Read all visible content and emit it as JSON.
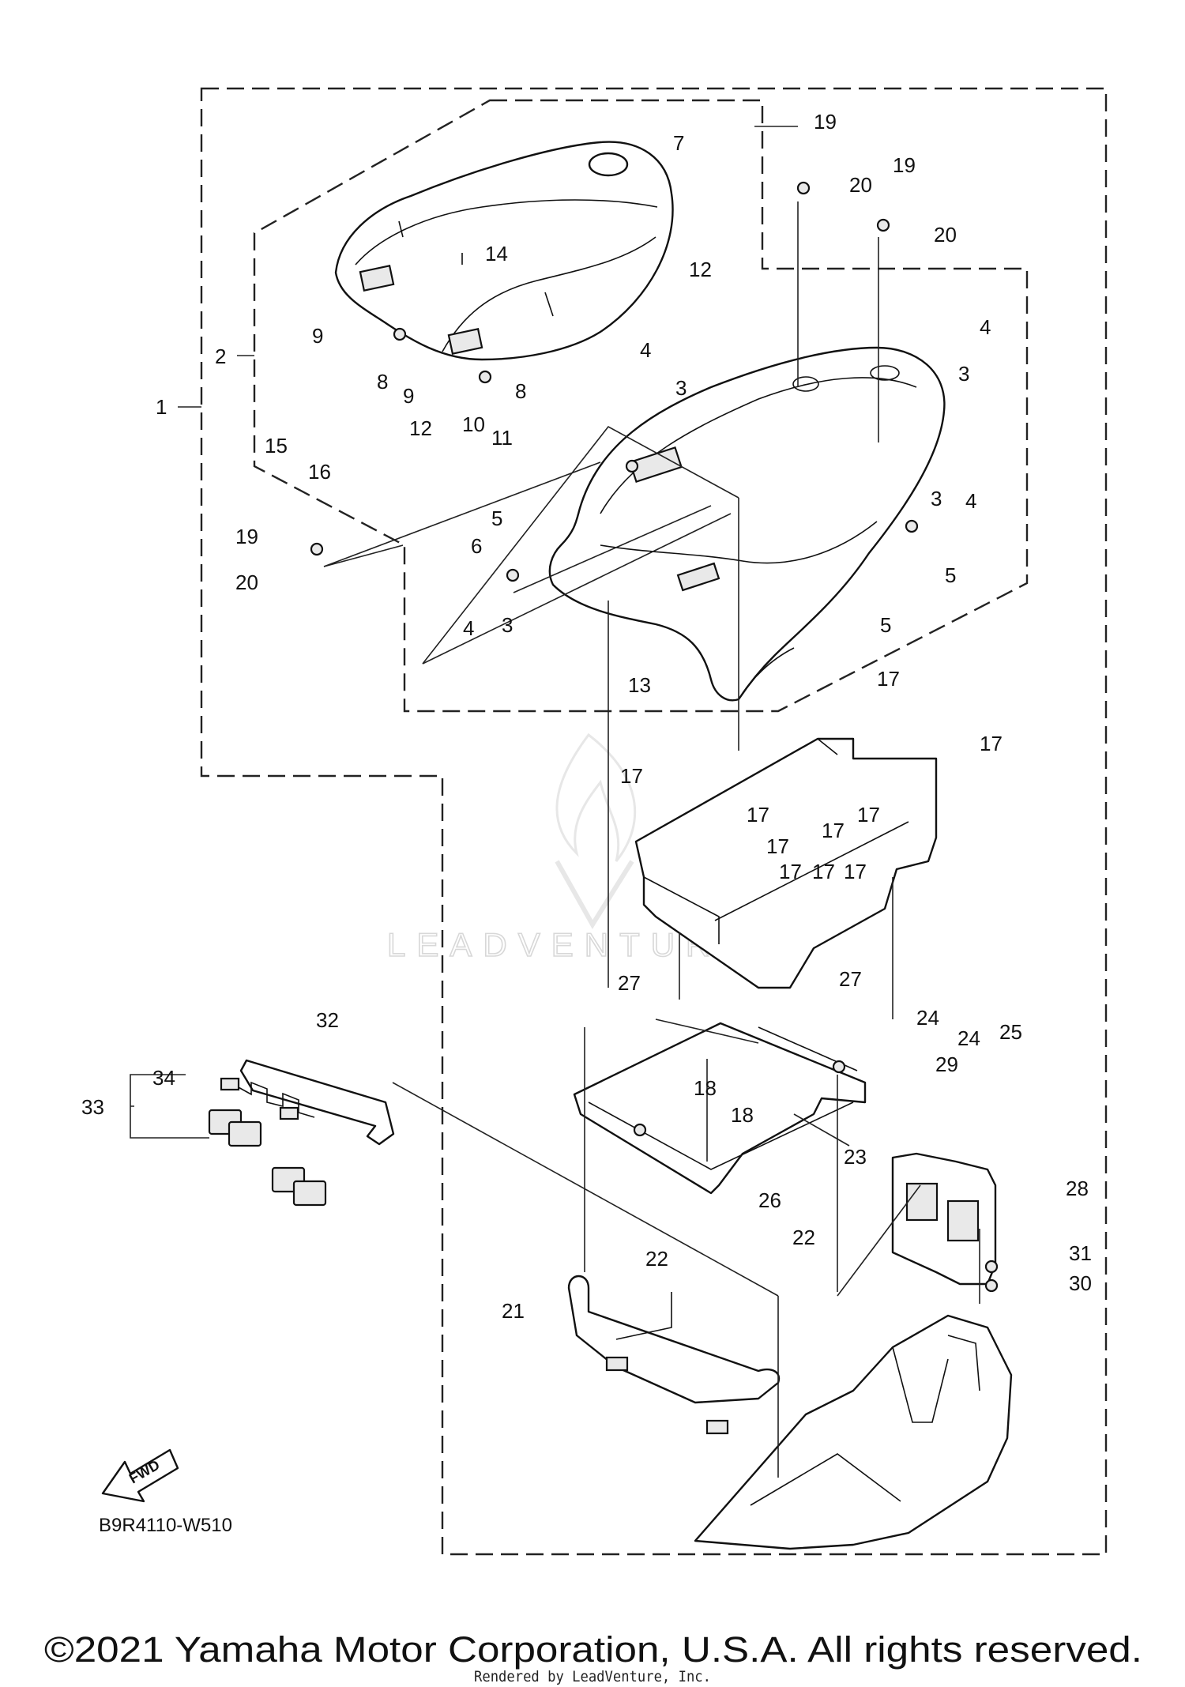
{
  "diagram": {
    "drawing_code": "B9R4110-W510",
    "copyright": "©2021 Yamaha Motor Corporation, U.S.A. All rights reserved.",
    "rendered_by": "Rendered by LeadVenture, Inc.",
    "watermark": "LEADVENTURE",
    "fwd_arrow_label": "FWD",
    "callouts": [
      "1",
      "2",
      "3",
      "3",
      "3",
      "3",
      "4",
      "4",
      "4",
      "4",
      "5",
      "5",
      "5",
      "6",
      "7",
      "8",
      "8",
      "9",
      "9",
      "10",
      "11",
      "12",
      "12",
      "13",
      "14",
      "15",
      "16",
      "17",
      "17",
      "17",
      "17",
      "17",
      "17",
      "17",
      "17",
      "17",
      "17",
      "18",
      "18",
      "19",
      "19",
      "19",
      "20",
      "20",
      "20",
      "21",
      "22",
      "22",
      "23",
      "24",
      "24",
      "25",
      "26",
      "27",
      "27",
      "28",
      "29",
      "30",
      "31",
      "32",
      "33",
      "34"
    ]
  }
}
